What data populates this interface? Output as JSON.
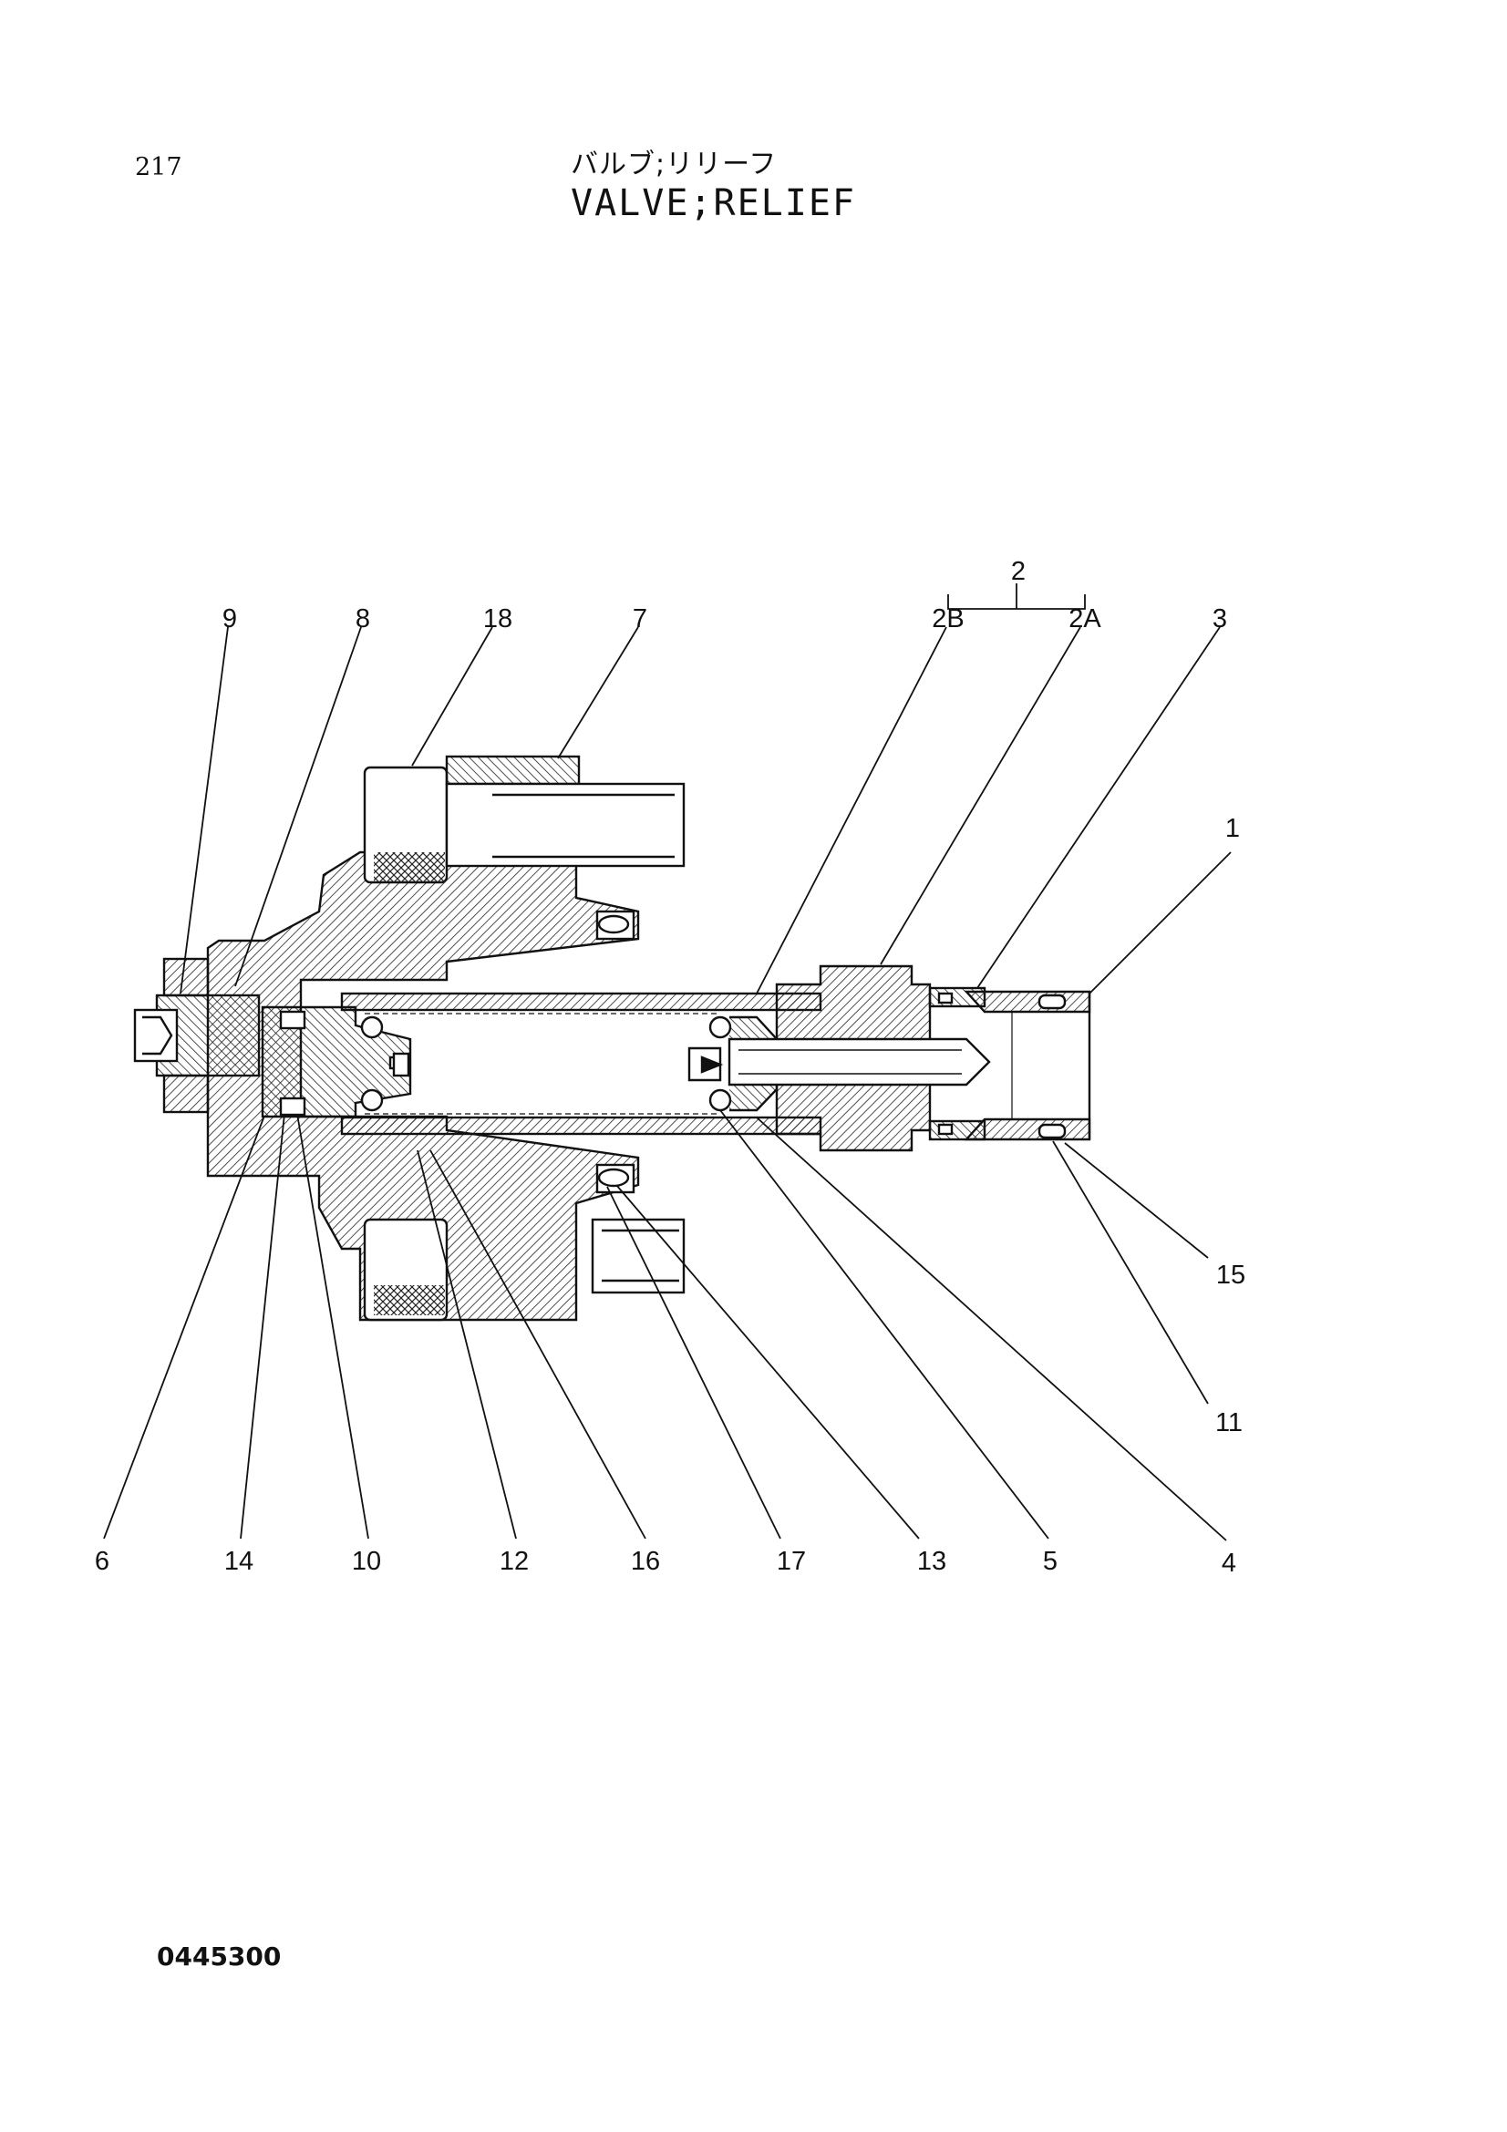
{
  "page": {
    "page_number": "217",
    "title_jp": "バルブ;リリーフ",
    "title_en": "VALVE;RELIEF",
    "drawing_number": "0445300"
  },
  "callouts": [
    {
      "id": "c9",
      "label": "9"
    },
    {
      "id": "c8",
      "label": "8"
    },
    {
      "id": "c18",
      "label": "18"
    },
    {
      "id": "c7",
      "label": "7"
    },
    {
      "id": "c2",
      "label": "2"
    },
    {
      "id": "c2B",
      "label": "2B"
    },
    {
      "id": "c2A",
      "label": "2A"
    },
    {
      "id": "c3",
      "label": "3"
    },
    {
      "id": "c1",
      "label": "1"
    },
    {
      "id": "c15",
      "label": "15"
    },
    {
      "id": "c11",
      "label": "11"
    },
    {
      "id": "c6",
      "label": "6"
    },
    {
      "id": "c14",
      "label": "14"
    },
    {
      "id": "c10",
      "label": "10"
    },
    {
      "id": "c12",
      "label": "12"
    },
    {
      "id": "c16",
      "label": "16"
    },
    {
      "id": "c17",
      "label": "17"
    },
    {
      "id": "c13",
      "label": "13"
    },
    {
      "id": "c5",
      "label": "5"
    },
    {
      "id": "c4",
      "label": "4"
    }
  ]
}
